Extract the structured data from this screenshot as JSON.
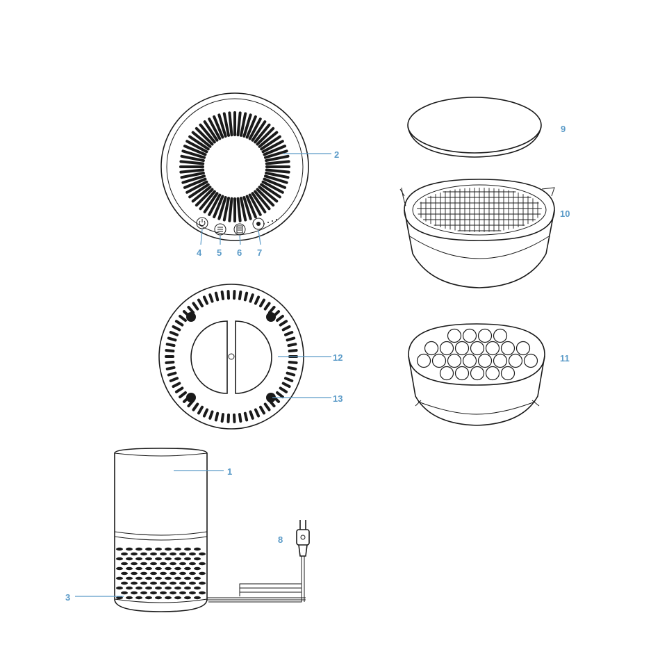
{
  "colors": {
    "callout": "#5b9bc8",
    "ink": "#1a1a1a",
    "background": "#ffffff"
  },
  "callouts": {
    "c1": "1",
    "c2": "2",
    "c3": "3",
    "c4": "4",
    "c5": "5",
    "c6": "6",
    "c7": "7",
    "c8": "8",
    "c9": "9",
    "c10": "10",
    "c11": "11",
    "c12": "12",
    "c13": "13"
  },
  "icons": {
    "power": "power-icon",
    "mode": "mode-icon",
    "timer": "timer-icon",
    "fan": "fan-icon"
  }
}
